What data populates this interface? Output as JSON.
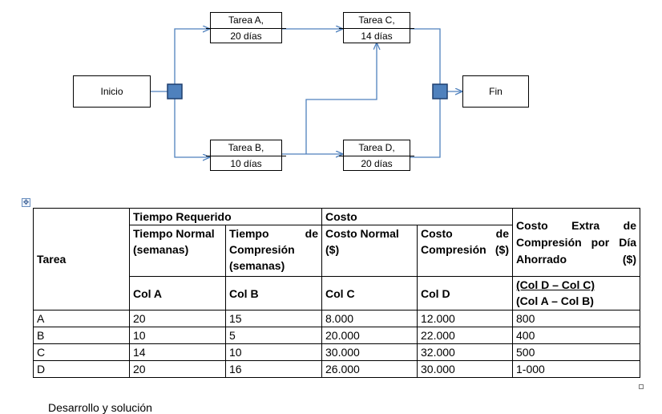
{
  "diagram": {
    "inicio": "Inicio",
    "fin": "Fin",
    "tarea_a": {
      "name": "Tarea A,",
      "duration": "20 días"
    },
    "tarea_b": {
      "name": "Tarea B,",
      "duration": "10 días"
    },
    "tarea_c": {
      "name": "Tarea C,",
      "duration": "14 días"
    },
    "tarea_d": {
      "name": "Tarea D,",
      "duration": "20 días"
    }
  },
  "colors": {
    "arrow": "#4f81bd",
    "junction_fill": "#4f81bd",
    "junction_border": "#1f3f6f"
  },
  "table": {
    "header": {
      "tarea": "Tarea",
      "tiempo_requerido": "Tiempo Requerido",
      "costo": "Costo",
      "costo_extra": "Costo Extra de Compresión por Día Ahorrado ($)",
      "tiempo_normal": "Tiempo Normal (semanas)",
      "tiempo_compresion": "Tiempo de Compresión (semanas)",
      "costo_normal": "Costo Normal ($)",
      "costo_compresion": "Costo de Compresión ($)",
      "col_a": "Col A",
      "col_b": "Col B",
      "col_c": "Col C",
      "col_d": "Col D",
      "formula_num": "(Col D – Col C)",
      "formula_den": "(Col A – Col B)"
    },
    "rows": [
      [
        "A",
        "20",
        "15",
        "8.000",
        "12.000",
        "800"
      ],
      [
        "B",
        "10",
        "5",
        "20.000",
        "22.000",
        "400"
      ],
      [
        "C",
        "14",
        "10",
        "30.000",
        "32.000",
        "500"
      ],
      [
        "D",
        "20",
        "16",
        "26.000",
        "30.000",
        "1-000"
      ]
    ]
  },
  "footer": "Desarrollo y solución"
}
